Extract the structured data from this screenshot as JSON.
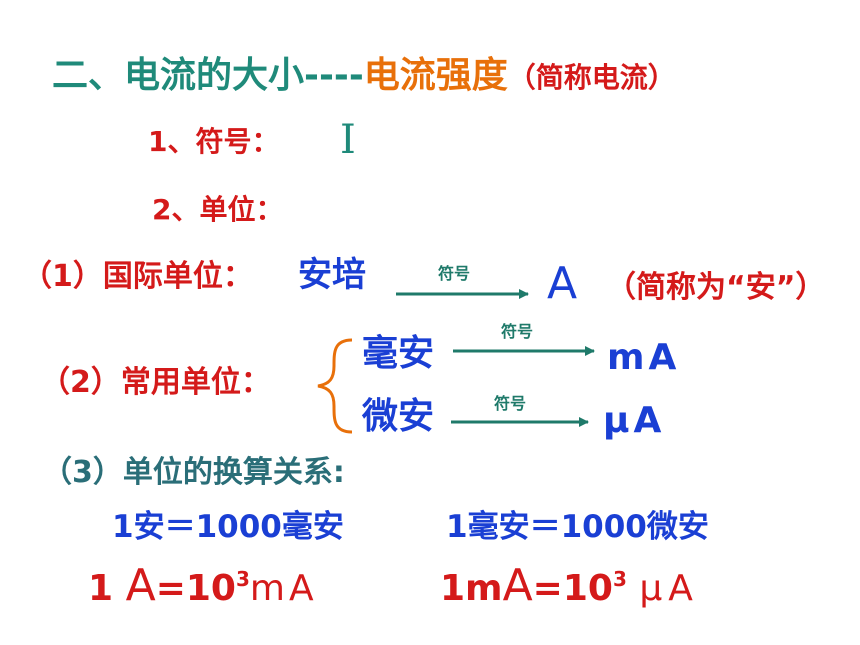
{
  "title": {
    "part1": "二、电流的大小----",
    "part2": "电流强度",
    "part3": "（简称电流）"
  },
  "symbol": {
    "label": "1、符号：",
    "value": "I"
  },
  "unit": {
    "label": "2、单位："
  },
  "si_unit": {
    "label": "（1）国际单位：",
    "name": "安培",
    "arrow_label": "符号",
    "symbol": "A",
    "note": "（简称为“安”）"
  },
  "common_units": {
    "label": "（2）常用单位：",
    "items": [
      {
        "name": "毫安",
        "arrow_label": "符号",
        "symbol": "mA"
      },
      {
        "name": "微安",
        "arrow_label": "符号",
        "symbol": "μA"
      }
    ]
  },
  "conversion": {
    "label": "（3）单位的换算关系:",
    "eq1": "1安＝1000毫安",
    "eq2": "1毫安＝1000微安",
    "formula1": {
      "lhs_num": "1",
      "lhs_unit": "A",
      "eq": "=10",
      "exp": "3",
      "rhs": "mA"
    },
    "formula2": {
      "lhs_num": "1m",
      "lhs_unit": "A",
      "eq": "=10",
      "exp": "3",
      "rhs": "μA"
    }
  }
}
